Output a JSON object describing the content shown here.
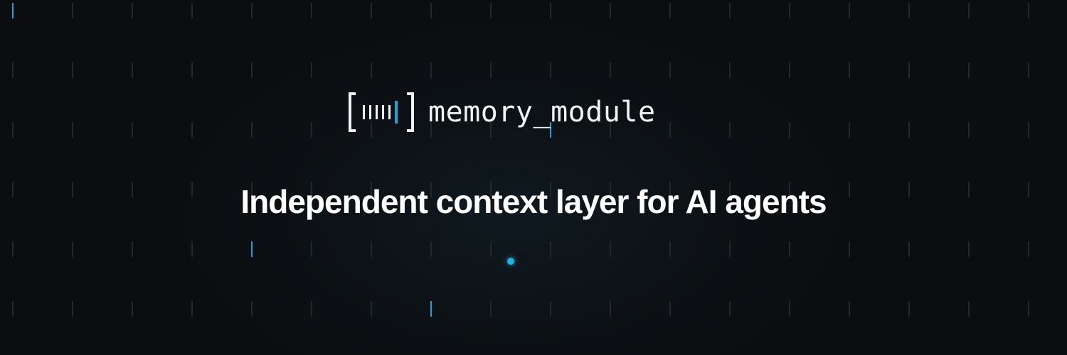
{
  "brand": {
    "name": "memory_module",
    "logo_icon": "bracketed-bars-logo-icon",
    "accent_color": "#1fa3d6"
  },
  "tagline": "Independent context layer for AI agents",
  "decoration": {
    "pattern_icon": "dashed-vertical-tick-grid",
    "tick_color": "#23282d",
    "accent_color": "#1fa3d6",
    "background_color": "#0b0d10"
  }
}
